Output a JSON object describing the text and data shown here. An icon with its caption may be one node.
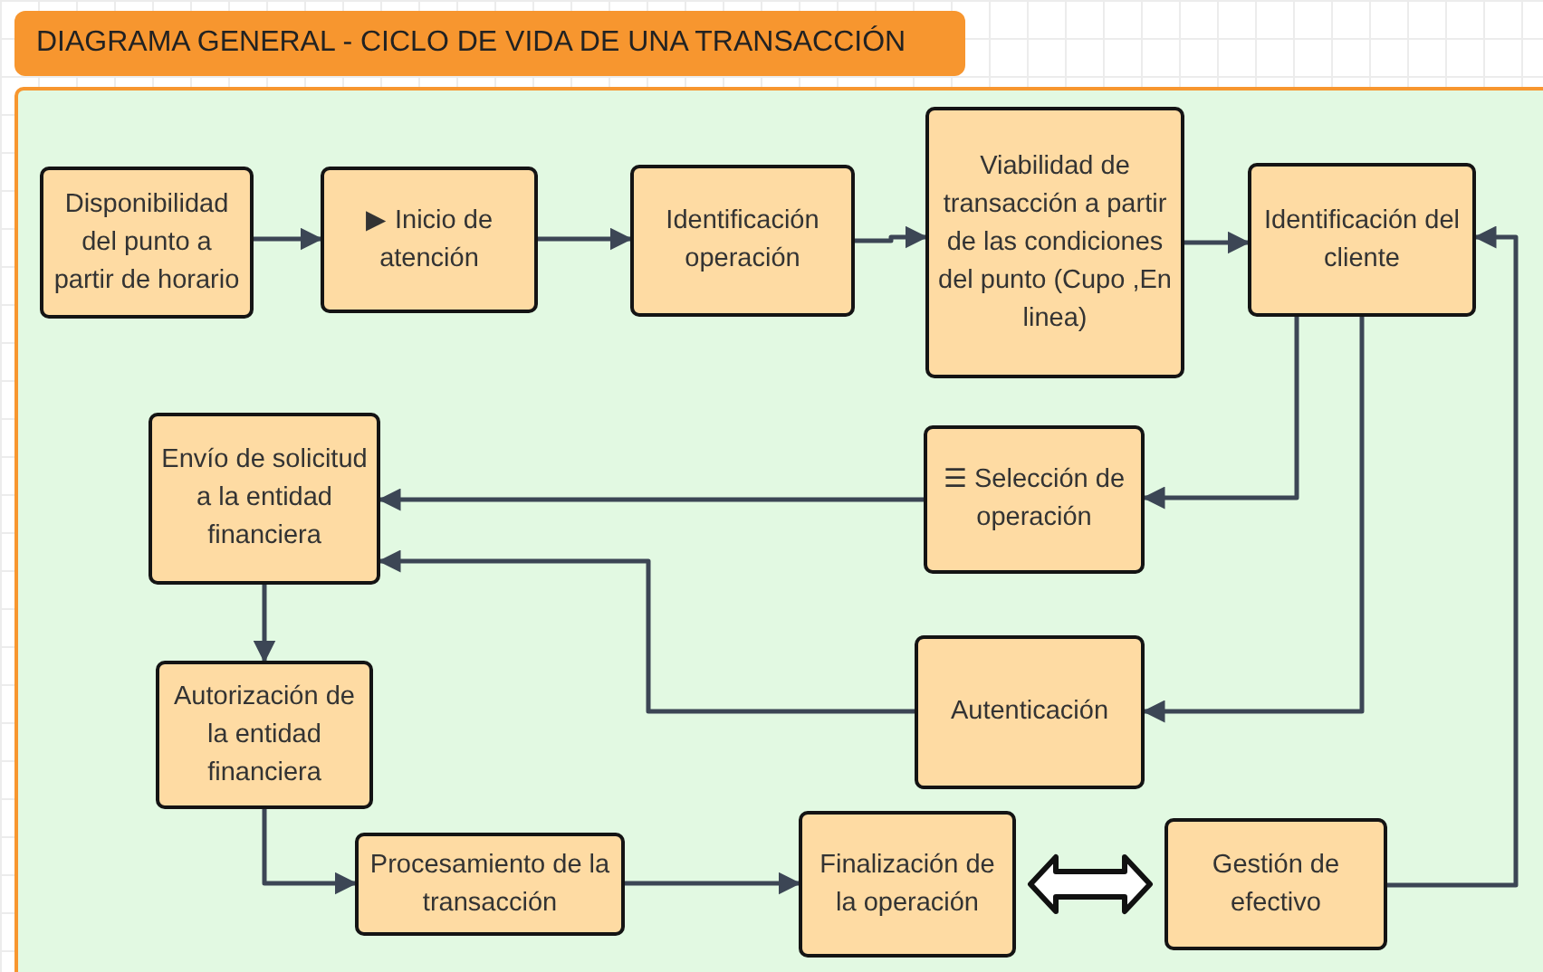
{
  "diagram": {
    "title": "DIAGRAMA GENERAL -  CICLO DE VIDA DE UNA TRANSACCIÓN",
    "nodes": [
      {
        "text": [
          "Disponibilidad del punto a partir de horario"
        ]
      },
      {
        "text": [
          "▶ Inicio de atención"
        ]
      },
      {
        "text": [
          "Identificación operación"
        ]
      },
      {
        "text": [
          "Viabilidad de transacción a partir de las condiciones del punto (Cupo ,En linea)"
        ]
      },
      {
        "text": [
          "Identificación del cliente"
        ]
      },
      {
        "text": [
          "☰ Selección de operación"
        ]
      },
      {
        "text": [
          "Envío de solicitud a la entidad financiera"
        ]
      },
      {
        "text": [
          "Autenticación"
        ]
      },
      {
        "text": [
          "Autorización de la entidad financiera"
        ]
      },
      {
        "text": [
          "Procesamiento de la transacción"
        ]
      },
      {
        "text": [
          "Finalización de la operación"
        ]
      },
      {
        "text": [
          "Gestión de efectivo"
        ]
      }
    ],
    "edges": [
      {
        "from": 0,
        "to": 1,
        "arrow": "to"
      },
      {
        "from": 1,
        "to": 2,
        "arrow": "to"
      },
      {
        "from": 2,
        "to": 3,
        "arrow": "to"
      },
      {
        "from": 3,
        "to": 4,
        "arrow": "to"
      },
      {
        "from": 4,
        "to": 5,
        "arrow": "to"
      },
      {
        "from": 4,
        "to": 7,
        "arrow": "to"
      },
      {
        "from": 11,
        "to": 4,
        "arrow": "to"
      },
      {
        "from": 5,
        "to": 6,
        "arrow": "to"
      },
      {
        "from": 7,
        "to": 6,
        "arrow": "to"
      },
      {
        "from": 6,
        "to": 8,
        "arrow": "to"
      },
      {
        "from": 8,
        "to": 9,
        "arrow": "to"
      },
      {
        "from": 9,
        "to": 10,
        "arrow": "to"
      },
      {
        "from": 10,
        "to": 11,
        "arrow": "both",
        "style": "thick"
      }
    ]
  }
}
